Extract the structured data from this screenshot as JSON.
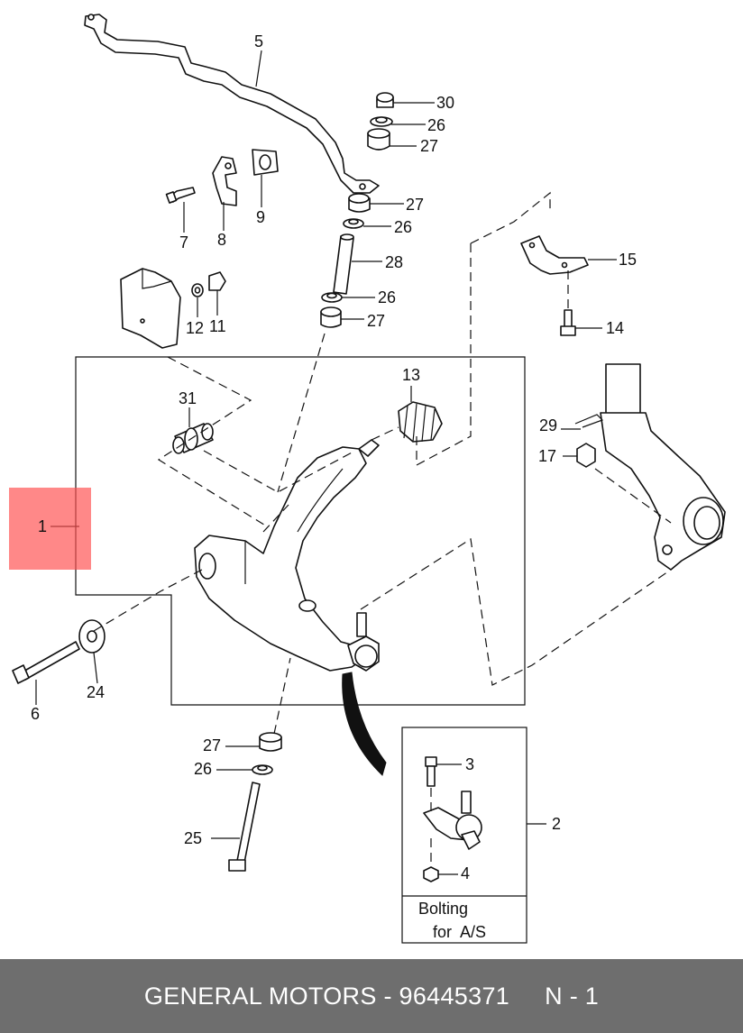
{
  "diagram": {
    "callouts": [
      "1",
      "2",
      "3",
      "4",
      "5",
      "6",
      "7",
      "8",
      "9",
      "11",
      "12",
      "13",
      "14",
      "15",
      "17",
      "24",
      "25",
      "26",
      "27",
      "28",
      "29",
      "30",
      "31"
    ],
    "labels": {
      "l1": "1",
      "l2": "2",
      "l3": "3",
      "l4": "4",
      "l5": "5",
      "l6": "6",
      "l7": "7",
      "l8": "8",
      "l9": "9",
      "l11": "11",
      "l12": "12",
      "l13": "13",
      "l14": "14",
      "l15": "15",
      "l17": "17",
      "l24": "24",
      "l25": "25",
      "l26": "26",
      "l27": "27",
      "l28": "28",
      "l29": "29",
      "l30": "30",
      "l31": "31"
    },
    "inset_note_line1": "Bolting",
    "inset_note_line2": "for  A/S"
  },
  "footer": {
    "brand": "GENERAL MOTORS",
    "separator": " - ",
    "part_number": "96445371",
    "gap": "     ",
    "page": "N - 1"
  },
  "highlight": {
    "color": "#ff5050",
    "label": "1"
  }
}
